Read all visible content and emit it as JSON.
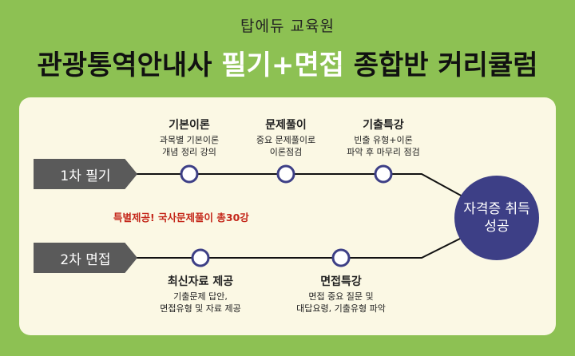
{
  "header": {
    "subtitle": "탑에듀 교육원",
    "title_part1": "관광통역안내사 ",
    "title_highlight": "필기+면접",
    "title_part2": " 종합반 커리큘럼"
  },
  "colors": {
    "background": "#8dc153",
    "panel": "#fbf8e4",
    "tag": "#5a5a5a",
    "node_ring": "#3d3f86",
    "goal": "#3d3f86",
    "promo": "#c4271a"
  },
  "track1": {
    "tag": "1차 필기",
    "steps": [
      {
        "title": "기본이론",
        "desc1": "과목별 기본이론",
        "desc2": "개념 정리 강의"
      },
      {
        "title": "문제풀이",
        "desc1": "중요 문제풀이로",
        "desc2": "이론점검"
      },
      {
        "title": "기출특강",
        "desc1": "빈출 유형+이론",
        "desc2": "파악 후 마무리 점검"
      }
    ]
  },
  "promo": "특별제공! 국사문제풀이 총30강",
  "track2": {
    "tag": "2차 면접",
    "steps": [
      {
        "title": "최신자료 제공",
        "desc1": "기출문제 답안,",
        "desc2": "면접유형 및 자료 제공"
      },
      {
        "title": "면접특강",
        "desc1": "면접 중요 질문 및",
        "desc2": "대답요령, 기출유형 파악"
      }
    ]
  },
  "goal": {
    "line1": "자격증 취득",
    "line2": "성공"
  }
}
